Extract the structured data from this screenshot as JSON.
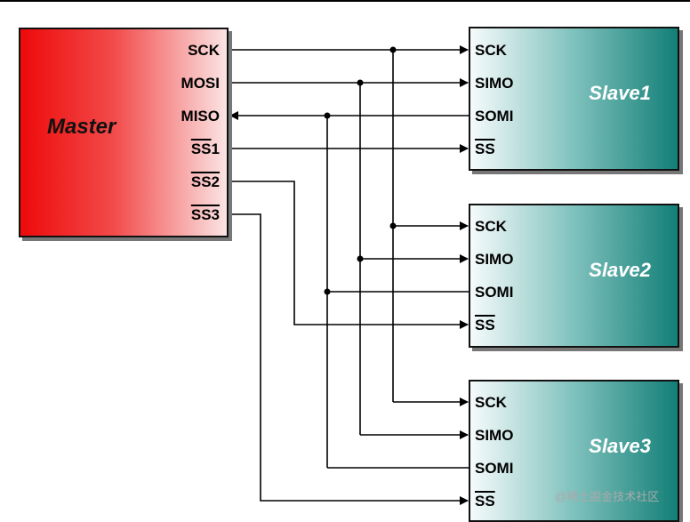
{
  "master": {
    "title": "Master",
    "pins": {
      "sck": "SCK",
      "mosi": "MOSI",
      "miso": "MISO",
      "ss1": "SS1",
      "ss2": "SS2",
      "ss3": "SS3"
    }
  },
  "slaves": [
    {
      "title": "Slave1",
      "pins": {
        "sck": "SCK",
        "simo": "SIMO",
        "somi": "SOMI",
        "ss": "SS"
      }
    },
    {
      "title": "Slave2",
      "pins": {
        "sck": "SCK",
        "simo": "SIMO",
        "somi": "SOMI",
        "ss": "SS"
      }
    },
    {
      "title": "Slave3",
      "pins": {
        "sck": "SCK",
        "simo": "SIMO",
        "somi": "SOMI",
        "ss": "SS"
      }
    }
  ],
  "watermark": "@稀土掘金技术社区",
  "colors": {
    "master_red": "#ee0a0a",
    "slave_teal": "#137f77",
    "wire": "#000000"
  }
}
